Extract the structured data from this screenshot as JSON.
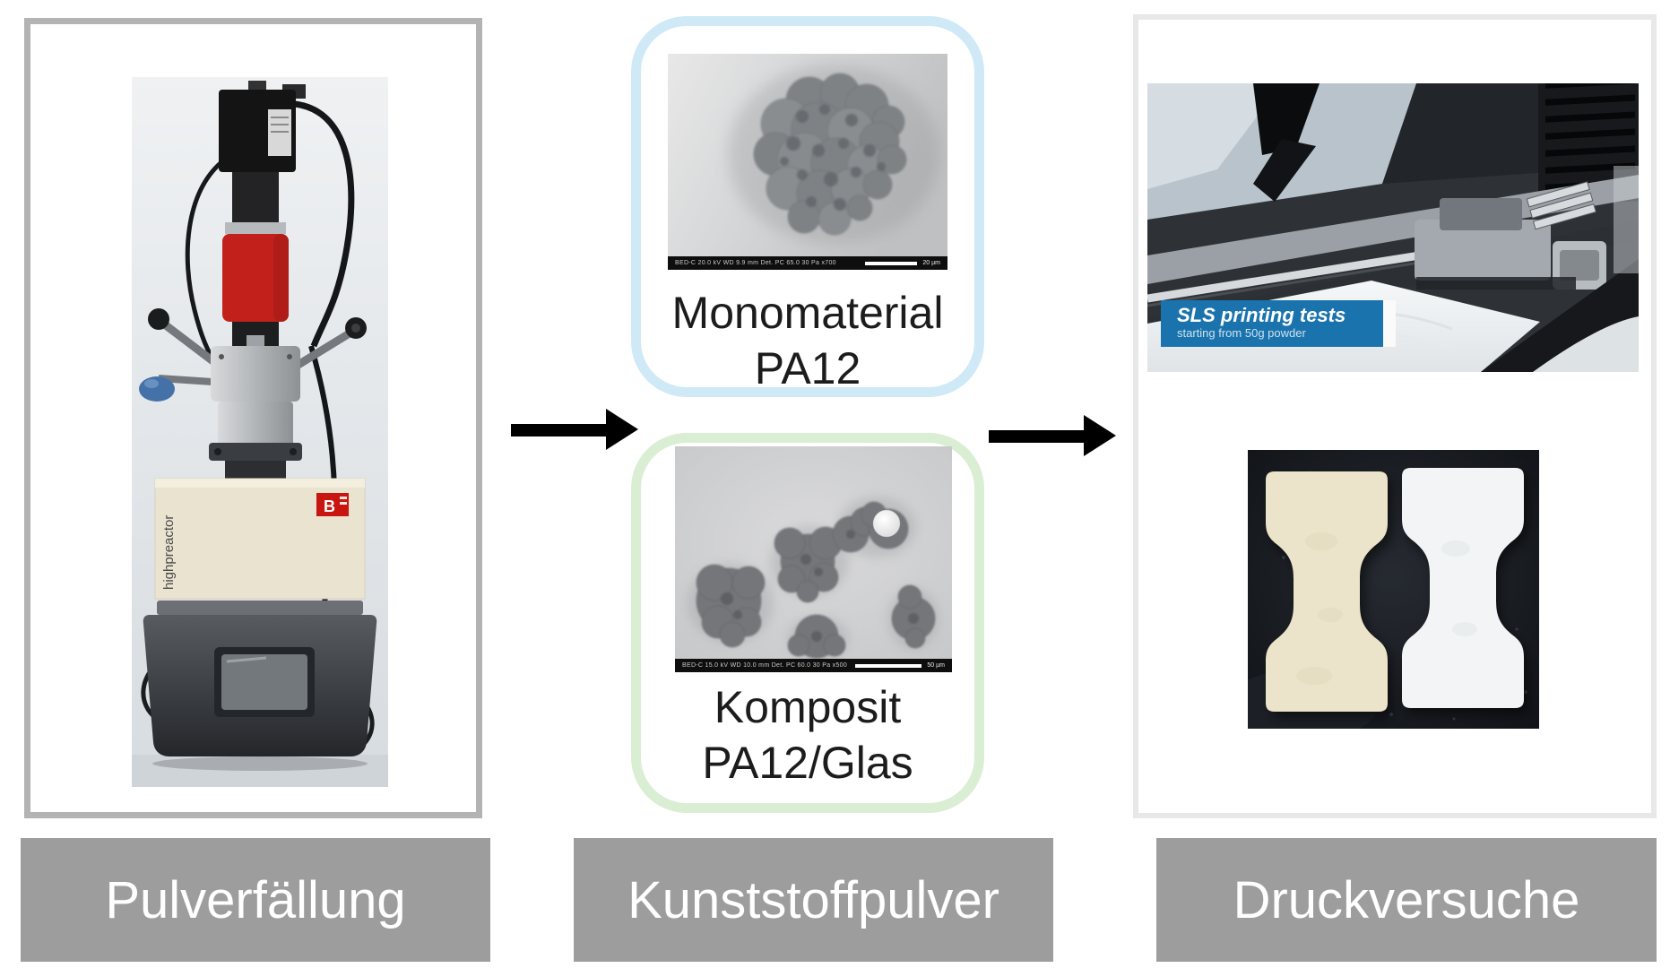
{
  "columns": {
    "left": {
      "label": "Pulverfällung",
      "reactor_photo": {
        "brand_letter": "B",
        "brand_side_text": "highpreactor"
      }
    },
    "middle": {
      "label": "Kunststoffpulver",
      "cards": [
        {
          "line1": "Monomaterial",
          "line2": "PA12",
          "sem_info_bar": "BED-C  20.0 kV  WD 9.9 mm  Det. PC 65.0  30 Pa  x700",
          "scale_label": "20 µm"
        },
        {
          "line1": "Komposit",
          "line2": "PA12/Glas",
          "sem_info_bar": "BED-C  15.0 kV  WD 10.0 mm  Det. PC 60.0  30 Pa  x500",
          "scale_label": "50 µm"
        }
      ]
    },
    "right": {
      "label": "Druckversuche",
      "sls_banner": {
        "title": "SLS printing tests",
        "subtitle": "starting from 50g powder"
      }
    }
  },
  "colors": {
    "label_bar": "#9d9d9d",
    "label_text": "#ffffff",
    "card_blue_border": "#cfe9f7",
    "card_green_border": "#d9eed3",
    "banner_blue": "#1a73ad",
    "left_panel_border": "#b3b3b3",
    "right_panel_border": "#e8e8e8",
    "arrow_black": "#000000"
  }
}
